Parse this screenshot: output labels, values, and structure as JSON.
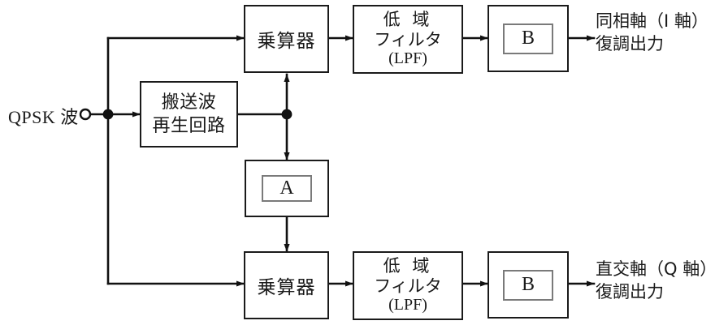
{
  "diagram": {
    "title": "QPSK demodulator block diagram",
    "colors": {
      "line": "#1a1a1a",
      "inner_box_border": "#7a7a7a",
      "background": "#ffffff"
    },
    "input": {
      "label": "QPSK 波",
      "terminal": "open-circle-terminal"
    },
    "blocks": {
      "multiplier_top": {
        "label": "乗算器"
      },
      "multiplier_bottom": {
        "label": "乗算器"
      },
      "carrier_recovery": {
        "line1": "搬送波",
        "line2": "再生回路"
      },
      "lpf_top": {
        "line1": "低 域",
        "line2": "フィルタ",
        "line3": "(LPF)"
      },
      "lpf_bottom": {
        "line1": "低 域",
        "line2": "フィルタ",
        "line3": "(LPF)"
      },
      "block_a": {
        "label": "A"
      },
      "block_b_top": {
        "label": "B"
      },
      "block_b_bottom": {
        "label": "B"
      }
    },
    "outputs": {
      "i_axis": {
        "line1": "同相軸（I 軸）",
        "line2": "復調出力"
      },
      "q_axis": {
        "line1": "直交軸（Q 軸）",
        "line2": "復調出力"
      }
    }
  }
}
